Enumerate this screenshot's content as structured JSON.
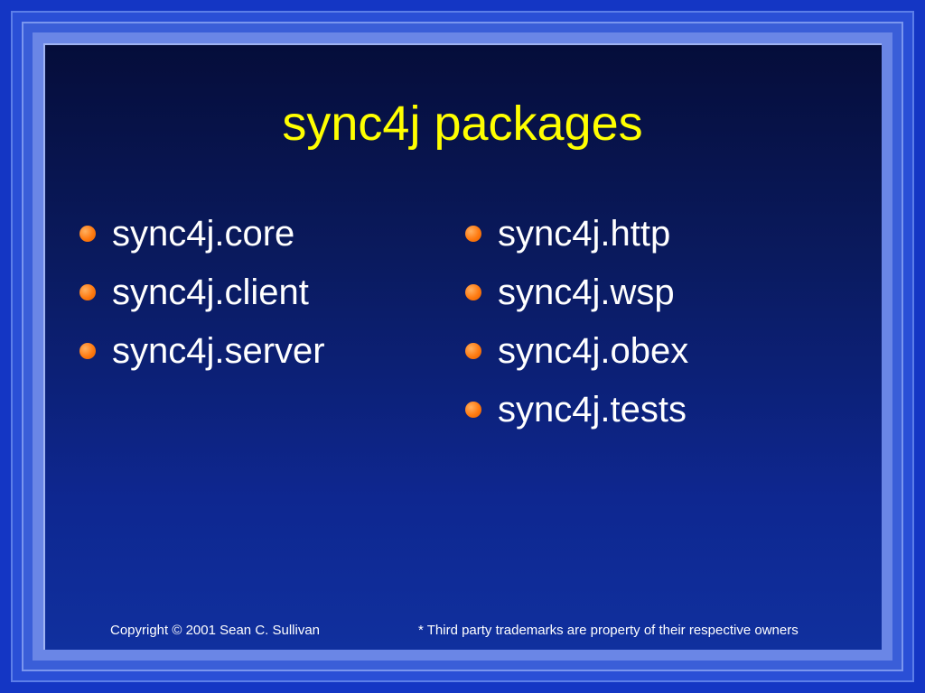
{
  "slide": {
    "title": "sync4j packages",
    "left_bullets": [
      "sync4j.core",
      "sync4j.client",
      "sync4j.server"
    ],
    "right_bullets": [
      "sync4j.http",
      "sync4j.wsp",
      "sync4j.obex",
      "sync4j.tests"
    ],
    "footer_copyright": "Copyright  © 2001 Sean C. Sullivan",
    "footer_trademark": "* Third party trademarks are property of their respective owners"
  },
  "colors": {
    "title": "#ffff00",
    "bullet_text": "#ffffff",
    "bullet_dot": "#ff7a10",
    "background_dark": "#050d3a",
    "background_blue": "#10309e",
    "frame_blue": "#2a4fd6"
  },
  "icons": {
    "bullet": "orange-circle-bullet"
  }
}
